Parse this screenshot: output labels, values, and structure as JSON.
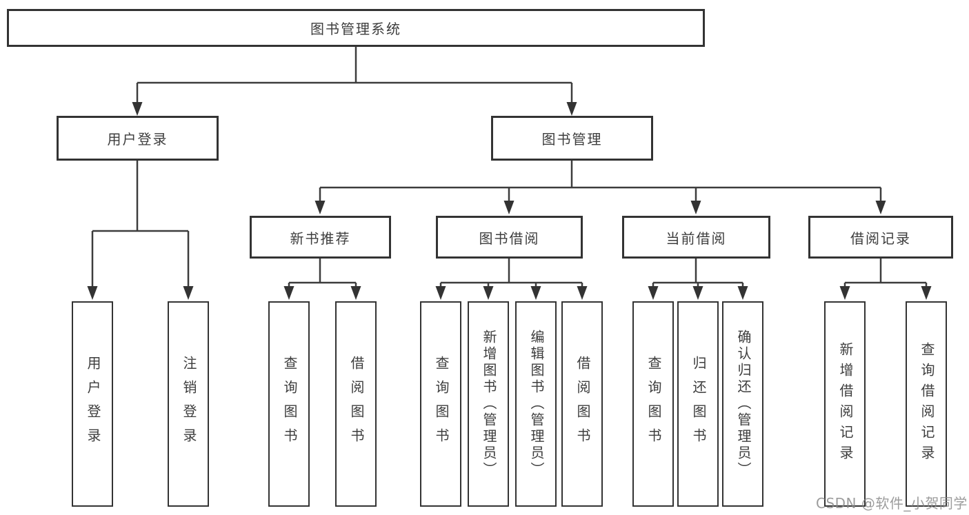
{
  "nodes": {
    "root": "图书管理系统",
    "level2": {
      "user_login": "用户登录",
      "book_management": "图书管理"
    },
    "level3": {
      "new_book_recommend": "新书推荐",
      "book_borrowing": "图书借阅",
      "current_borrowing": "当前借阅",
      "borrowing_records": "借阅记录"
    },
    "leaves": {
      "user_login": "用户登录",
      "logout": "注销登录",
      "rec_query_books": "查询图书",
      "rec_borrow_books": "借阅图书",
      "bb_query_books": "查询图书",
      "bb_add_books_admin": "新增图书（管理员）",
      "bb_edit_books_admin": "编辑图书（管理员）",
      "bb_borrow_books": "借阅图书",
      "cb_query_books": "查询图书",
      "cb_return_books": "归还图书",
      "cb_confirm_return_admin": "确认归还（管理员）",
      "br_add_record": "新增借阅记录",
      "br_query_record": "查询借阅记录"
    }
  },
  "watermark": "CSDN @软件_小贺同学",
  "colors": {
    "line": "#3c3c3c",
    "box_border": "#333333",
    "text": "#3d3d3d",
    "background": "#ffffff",
    "watermark": "#868686"
  }
}
